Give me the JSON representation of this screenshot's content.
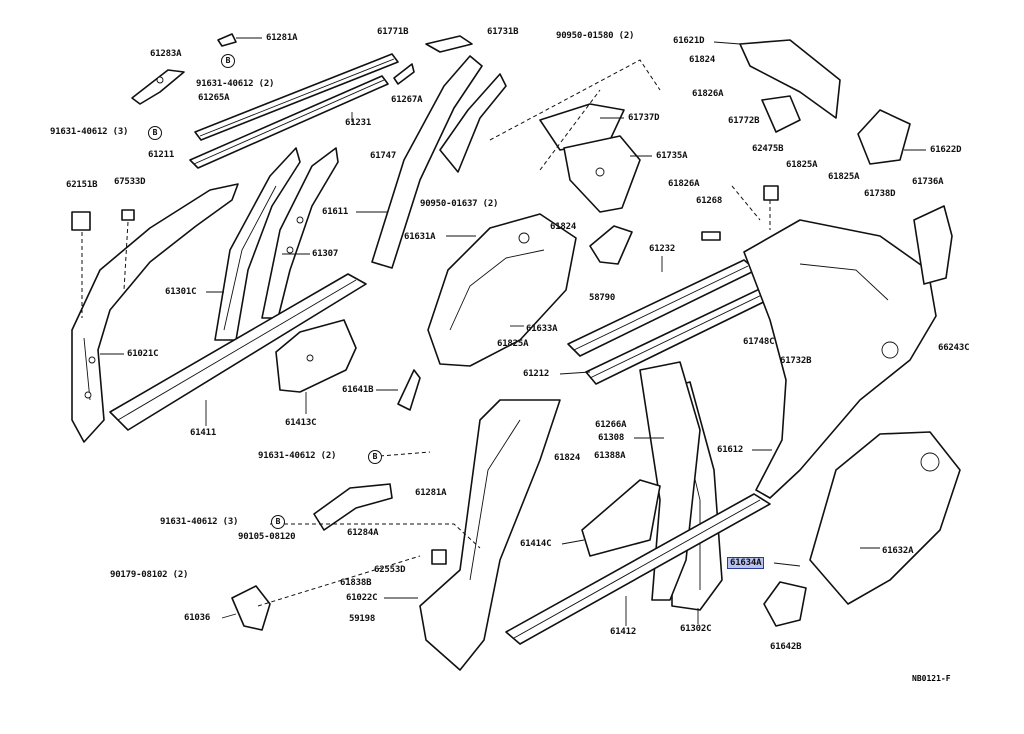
{
  "diagram": {
    "figure_id": "NB0121-F",
    "bolt_marker": "B",
    "highlighted_part": "61634A",
    "labels": {
      "l61281A_top": "61281A",
      "l61283A": "61283A",
      "l91631_40612_2_top": "91631-40612 (2)",
      "l61265A": "61265A",
      "l91631_40612_3_left": "91631-40612 (3)",
      "l61211": "61211",
      "l61231": "61231",
      "l61267A": "61267A",
      "l61771B": "61771B",
      "l61731B": "61731B",
      "l90950_01580": "90950-01580 (2)",
      "l61621D": "61621D",
      "l61824_top": "61824",
      "l61826A_top": "61826A",
      "l61737D": "61737D",
      "l61772B": "61772B",
      "l61622D": "61622D",
      "l61735A": "61735A",
      "l62475B": "62475B",
      "l61825A_right1": "61825A",
      "l61825A_right2": "61825A",
      "l61747": "61747",
      "l90950_01637": "90950-01637 (2)",
      "l61826A_mid": "61826A",
      "l61268": "61268",
      "l61738D": "61738D",
      "l61736A": "61736A",
      "l62151B": "62151B",
      "l67533D": "67533D",
      "l61611": "61611",
      "l61824_mid": "61824",
      "l61631A": "61631A",
      "l61307": "61307",
      "l61232": "61232",
      "l58790": "58790",
      "l61301C": "61301C",
      "l61633A": "61633A",
      "l66243C": "66243C",
      "l61021C": "61021C",
      "l61825A_mid": "61825A",
      "l61748C": "61748C",
      "l61732B": "61732B",
      "l61212": "61212",
      "l61641B": "61641B",
      "l61413C": "61413C",
      "l61411": "61411",
      "l61266A": "61266A",
      "l61308": "61308",
      "l61612": "61612",
      "l91631_40612_2_mid": "91631-40612 (2)",
      "l61824_low": "61824",
      "l61388A": "61388A",
      "l61281A_low": "61281A",
      "l91631_40612_3_low": "91631-40612 (3)",
      "l61284A": "61284A",
      "l90105_08120": "90105-08120",
      "l61414C": "61414C",
      "l61632A": "61632A",
      "l62553D": "62553D",
      "l90179_08102": "90179-08102 (2)",
      "l61838B": "61838B",
      "l61022C": "61022C",
      "l61036": "61036",
      "l59198": "59198",
      "l61412": "61412",
      "l61302C": "61302C",
      "l61642B": "61642B",
      "l61634A": "61634A"
    }
  }
}
